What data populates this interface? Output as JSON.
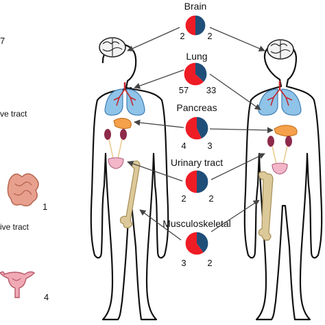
{
  "colors": {
    "red": "#ee1c25",
    "blue": "#1f4e79",
    "outline": "#111111",
    "arrow": "#444444",
    "lung": "#8fc3e8",
    "vessel": "#c1272d",
    "bone": "#dcc99a",
    "organ_orange": "#f5a04a",
    "kidney": "#8e2a4a",
    "bladder": "#f2b6c8"
  },
  "icons": [
    "brain-icon",
    "lungs-icon",
    "pancreas-icon",
    "kidney-icon",
    "bladder-icon",
    "bone-icon",
    "intestine-icon",
    "uterus-icon"
  ],
  "left_edge": {
    "number_top": "7",
    "label_1": "ve tract",
    "number_1": "1",
    "label_2": "ive tract",
    "number_2": "4"
  },
  "sites": [
    {
      "id": "brain",
      "label": "Brain",
      "left": "2",
      "right": "2",
      "red_fraction": 0.5
    },
    {
      "id": "lung",
      "label": "Lung",
      "left": "57",
      "right": "33",
      "red_fraction": 0.63
    },
    {
      "id": "pancreas",
      "label": "Pancreas",
      "left": "4",
      "right": "3",
      "red_fraction": 0.57
    },
    {
      "id": "urinary",
      "label": "Urinary tract",
      "left": "2",
      "right": "2",
      "red_fraction": 0.5
    },
    {
      "id": "musculoskeletal",
      "label": "Musculoskeletal",
      "left": "3",
      "right": "2",
      "red_fraction": 0.6
    }
  ]
}
